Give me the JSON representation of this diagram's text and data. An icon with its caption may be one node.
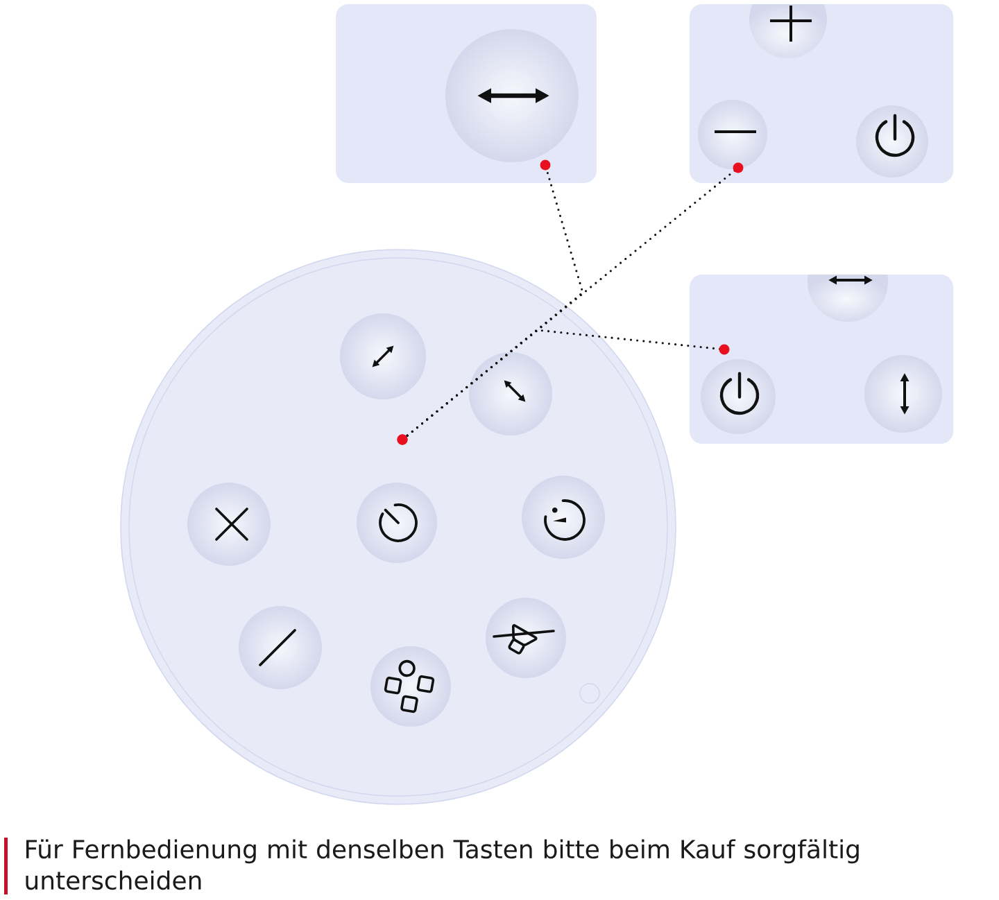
{
  "diagram": {
    "caption": "Für Fernbedienung mit denselben Tasten bitte beim Kauf sorgfältig unterscheiden",
    "nodes": [
      {
        "text": [],
        "shape": "circle"
      },
      {
        "text": [],
        "shape": "box"
      },
      {
        "text": [],
        "shape": "box"
      },
      {
        "text": [],
        "shape": "box"
      }
    ],
    "edges": [
      {
        "from": 0,
        "to": 1,
        "arrow": "other"
      },
      {
        "from": 0,
        "to": 2,
        "arrow": "other"
      },
      {
        "from": 0,
        "to": 3,
        "arrow": "other"
      }
    ]
  }
}
